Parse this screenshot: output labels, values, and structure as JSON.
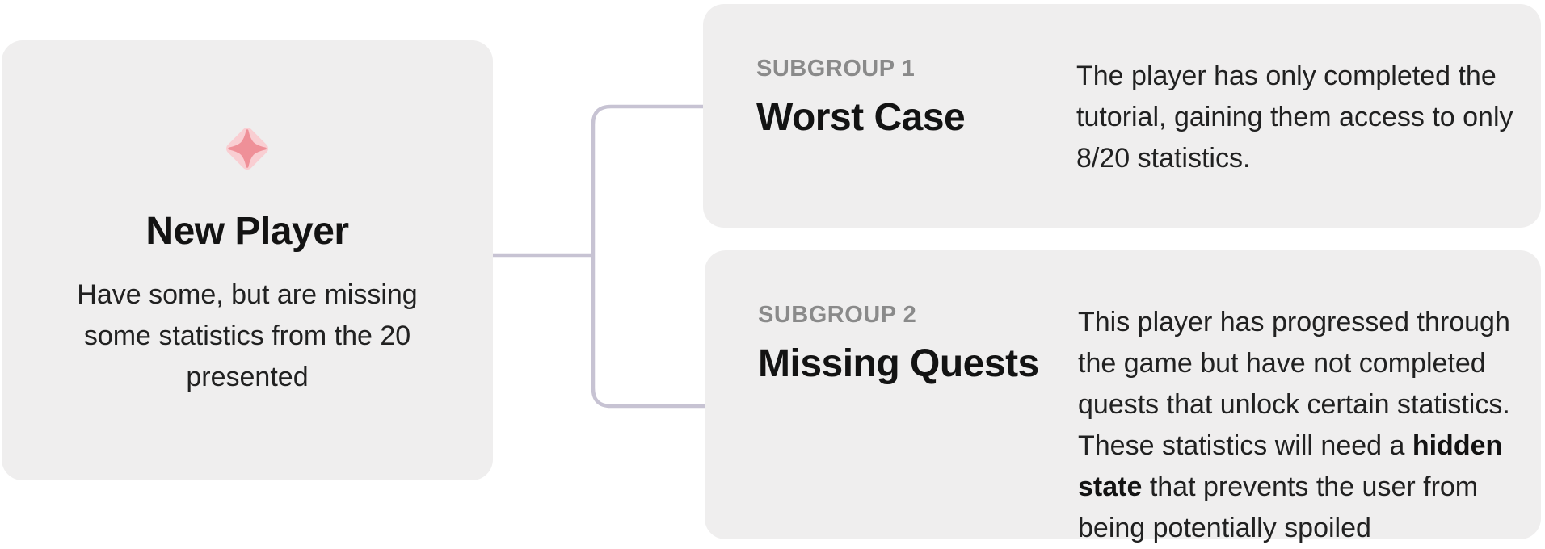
{
  "colors": {
    "page_bg": "#ffffff",
    "card_bg": "#EFEEEE",
    "connector": "#C7C3D3",
    "label_gray": "#8A8A8A",
    "title_black": "#131313",
    "body_text": "#212121",
    "star_outer_pink": "#F9CED2",
    "star_inner_pink": "#EF9098"
  },
  "root_card": {
    "icon": "sparkle-icon",
    "title": "New Player",
    "description": "Have some, but are missing some statistics from the 20 presented"
  },
  "subgroups": [
    {
      "label": "SUBGROUP 1",
      "title": "Worst Case",
      "desc_pre": "The player has only completed the tutorial, gaining them access to only 8/20 statistics.",
      "desc_bold": "",
      "desc_post": ""
    },
    {
      "label": "SUBGROUP 2",
      "title": "Missing Quests",
      "desc_pre": "This player has progressed through the game but have not completed quests that unlock certain statistics. These statistics will need a ",
      "desc_bold": "hidden state",
      "desc_post": " that prevents the user from being potentially spoiled"
    }
  ]
}
